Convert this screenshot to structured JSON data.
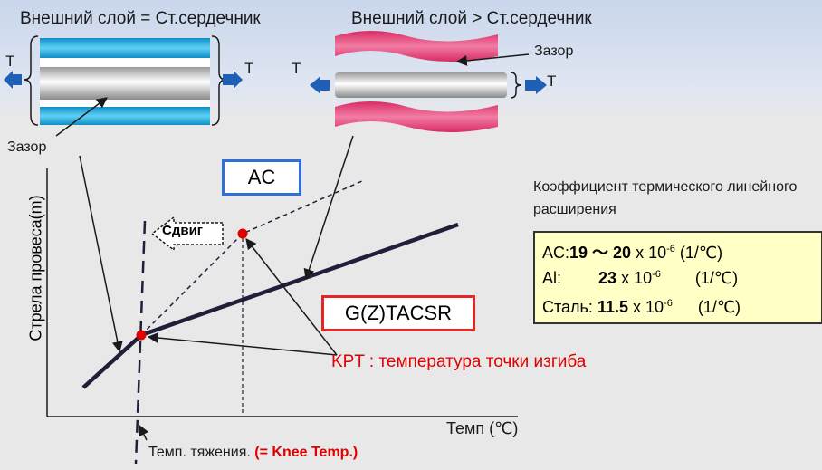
{
  "header": {
    "left_caption": "Внешний слой = Ст.сердечник",
    "right_caption": "Внешний слой > Ст.сердечник"
  },
  "tension_label": "T",
  "gap_label": "Зазор",
  "chart": {
    "box_ac": "AC",
    "box_gztacsr": "G(Z)TACSR",
    "kpt_text": "KPT : температура точки изгиба",
    "shift_label": "Сдвиг",
    "y_axis_label": "Стрела провеса(m)",
    "x_axis_label": "Темп (℃)",
    "knee_text": "Темп. тяжения.",
    "knee_text_red": "(= Knee Temp.)"
  },
  "coefficient": {
    "title": "Коэффициент термического линейного расширения",
    "rows": [
      {
        "prefix": "AC:",
        "value": "19 〜 20",
        "mult": " x 10",
        "exp": "-6",
        "unit": " (1/℃)"
      },
      {
        "prefix": "Al:",
        "value": "23",
        "mult": " x 10",
        "exp": "-6",
        "unit": "(1/℃)"
      },
      {
        "prefix": "Сталь:",
        "value": "11.5",
        "mult": " x 10",
        "exp": "-6",
        "unit": "(1/℃)"
      }
    ]
  },
  "colors": {
    "blue_layer": "#2ab3e6",
    "pink_layer": "#e8457a",
    "arrow_blue": "#1f5fb5",
    "curve": "#1f1f3a",
    "highlight_red": "#e00000"
  }
}
